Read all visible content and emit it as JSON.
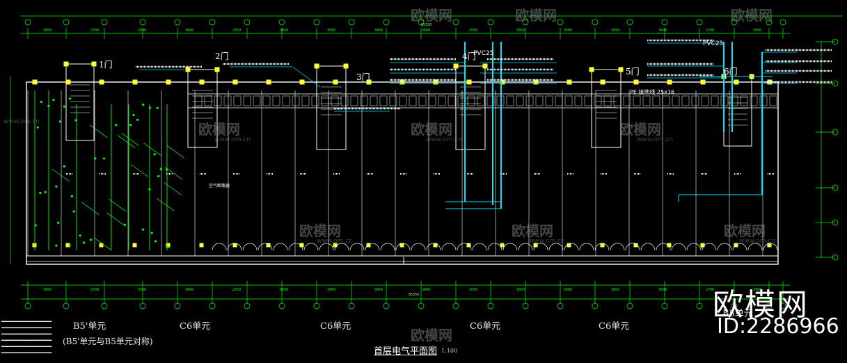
{
  "plan": {
    "title": "首层电气平面图",
    "scale": "1:100"
  },
  "units": [
    {
      "label": "B5'单元"
    },
    {
      "label": "C6单元"
    },
    {
      "label": "C6单元"
    },
    {
      "label": "C6单元"
    },
    {
      "label": "C6单元"
    },
    {
      "label": "B5单元"
    }
  ],
  "unit_note": "(B5'单元与B5单元对称)",
  "doors": [
    "1门",
    "2门",
    "3门",
    "4门",
    "5门",
    "6门"
  ],
  "dimensions_top": [
    "3600",
    "2700",
    "3500",
    "3600",
    "2550",
    "3850",
    "3500",
    "3850",
    "3600",
    "2550",
    "3850",
    "3500",
    "3850",
    "3600",
    "2700",
    "3500"
  ],
  "dimensions_bottom": [
    "3600",
    "2700",
    "3500",
    "3600",
    "2550",
    "3850",
    "3500",
    "3850",
    "3600",
    "2550",
    "3850",
    "3500",
    "3850",
    "3600",
    "2700",
    "3500"
  ],
  "overall_dim": "85350",
  "annotations": [
    "PVC25",
    "PVC25",
    "PE 接地线 25x16",
    "空气断路器"
  ],
  "watermark": {
    "name": "欧模网",
    "url": "www.om.cn"
  },
  "brand": {
    "name": "欧模网",
    "id": "ID:2286966"
  },
  "colors": {
    "background": "#000000",
    "walls": "#ffffff",
    "grid": "#00ff00",
    "wiring": "#00e5ff",
    "columns": "#ffff33",
    "text": "#ffffff"
  }
}
